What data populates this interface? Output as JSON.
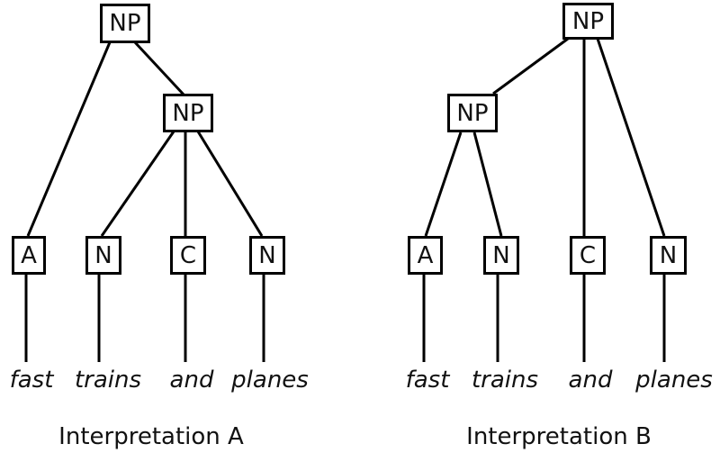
{
  "colors": {
    "background": "#ffffff",
    "line": "#000000",
    "text": "#111111"
  },
  "sentence": "fast trains and planes",
  "trees": {
    "a": {
      "caption": "Interpretation A",
      "root_label": "NP",
      "inner_label": "NP",
      "leaves": [
        "A",
        "N",
        "C",
        "N"
      ],
      "words": [
        "fast",
        "trains",
        "and",
        "planes"
      ]
    },
    "b": {
      "caption": "Interpretation B",
      "root_label": "NP",
      "inner_label": "NP",
      "leaves": [
        "A",
        "N",
        "C",
        "N"
      ],
      "words": [
        "fast",
        "trains",
        "and",
        "planes"
      ]
    }
  }
}
